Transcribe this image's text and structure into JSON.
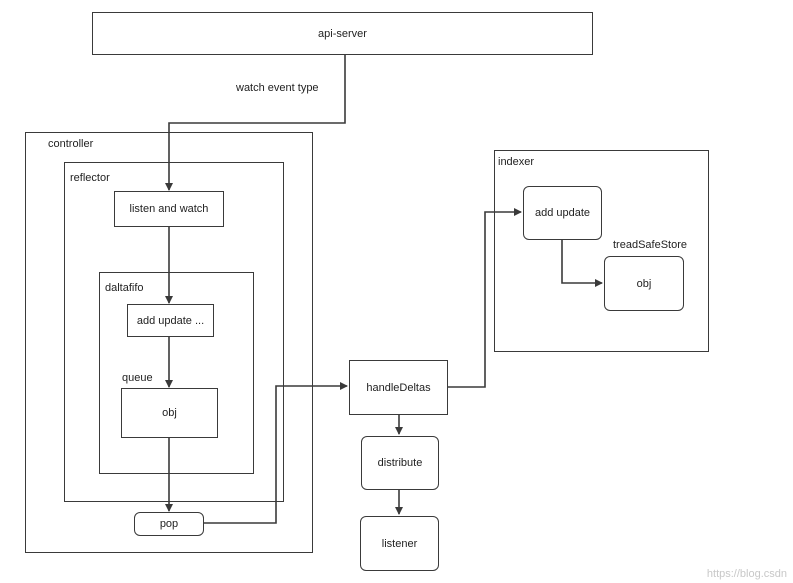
{
  "nodes": {
    "api_server": "api-server",
    "listen_watch": "listen and watch",
    "add_update_fifo": "add update ...",
    "queue_obj": "obj",
    "pop": "pop",
    "handle_deltas": "handleDeltas",
    "distribute": "distribute",
    "listener": "listener",
    "indexer_add_update": "add update",
    "store_obj": "obj"
  },
  "containers": {
    "controller": "controller",
    "reflector": "reflector",
    "deltafifo": "daltafifo",
    "queue": "queue",
    "indexer": "indexer",
    "thread_safe_store": "treadSafeStore"
  },
  "edge_labels": {
    "watch_event_type": "watch event type"
  },
  "watermark": "https://blog.csdn",
  "colors": {
    "stroke": "#3a3a3a",
    "text": "#222222",
    "background": "#ffffff",
    "watermark": "#c8c8c8"
  }
}
